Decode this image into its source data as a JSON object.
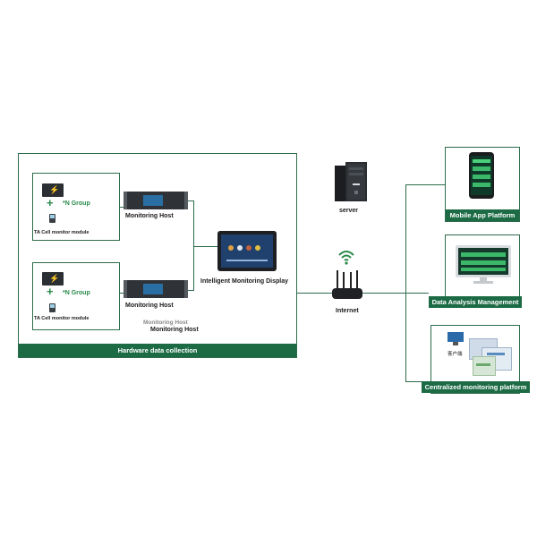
{
  "hardware": {
    "section_label": "Hardware data collection",
    "group_label": "*N Group",
    "module_label": "TA Cell monitor module",
    "host_label": "Monitoring Host",
    "host_label_ghost": "Monitoring Host",
    "display_label": "Intelligent Monitoring Display"
  },
  "network": {
    "server_label": "server",
    "internet_label": "Internet"
  },
  "platforms": {
    "mobile_label": "Mobile App Platform",
    "analysis_label": "Data Analysis Management",
    "centralized_label": "Centralized monitoring platform",
    "client_label": "客户端"
  },
  "icons": {
    "battery": "battery-lightning-icon",
    "plus": "plus-icon",
    "server": "server-tower-icon",
    "wifi": "wifi-icon",
    "router": "router-icon",
    "phone": "smartphone-icon",
    "monitor": "monitor-icon"
  },
  "colors": {
    "brand_green": "#1c6b45",
    "frame_green": "#2e6b4c",
    "accent_green": "#2a8a4a"
  }
}
